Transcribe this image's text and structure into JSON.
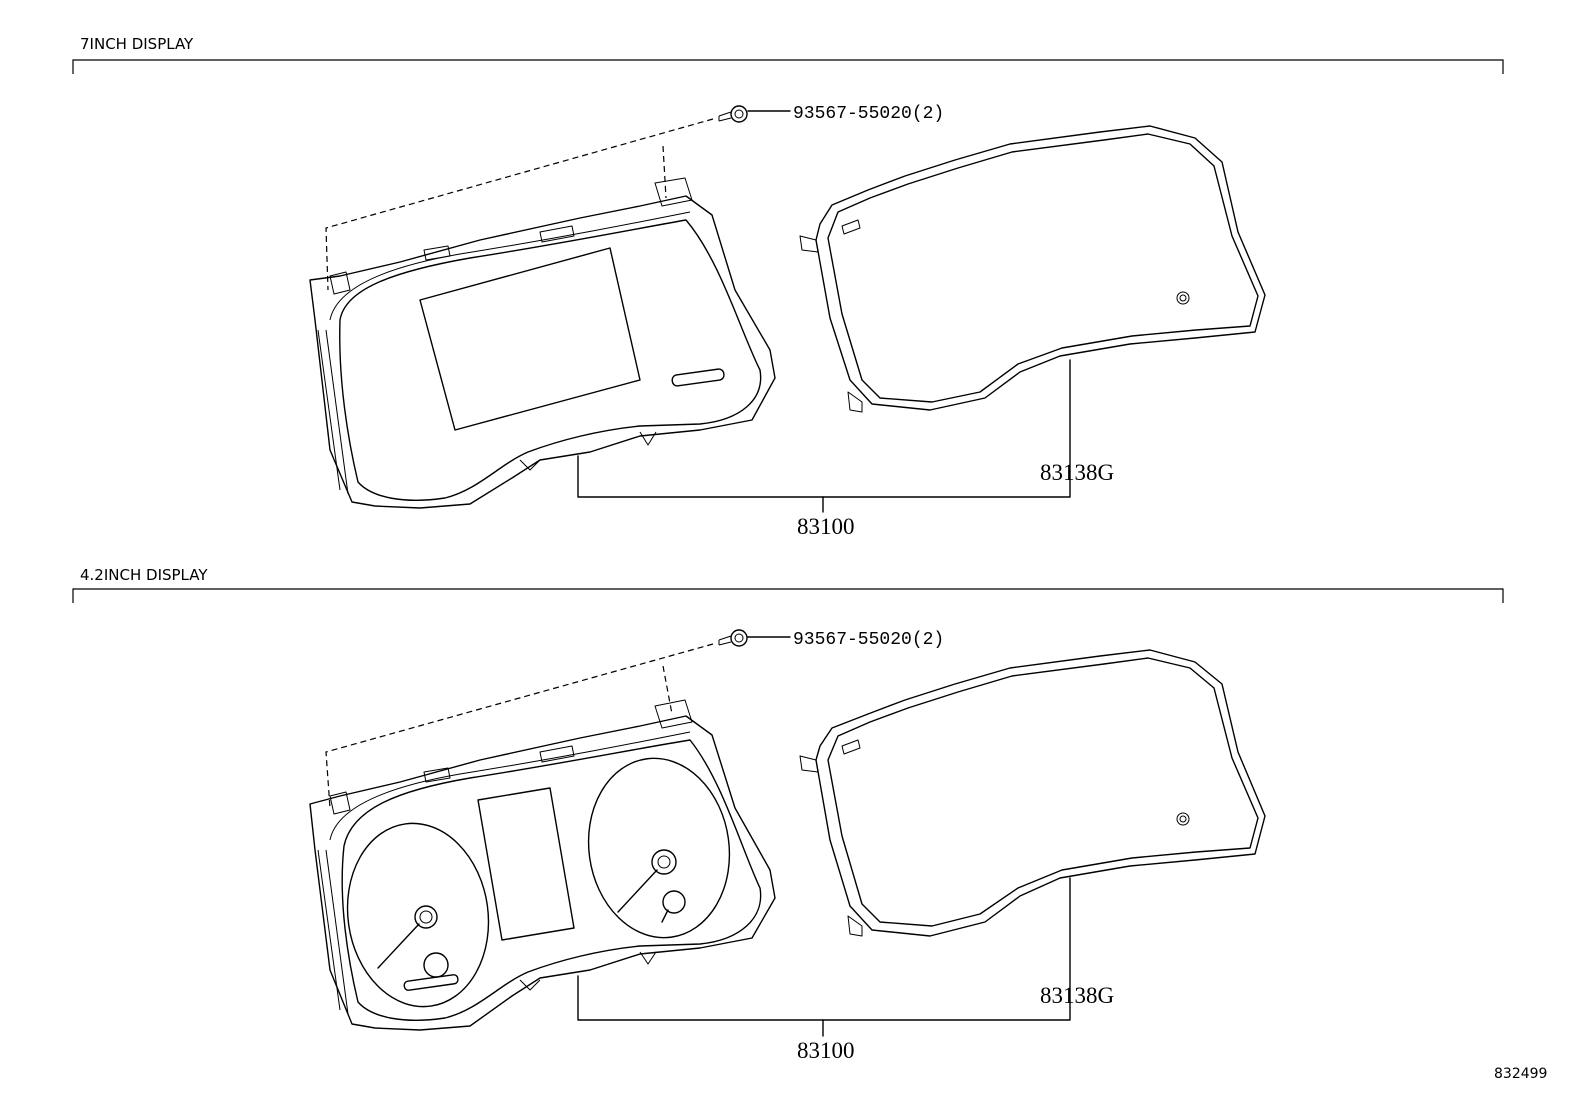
{
  "diagram": {
    "sections": [
      {
        "title": "7INCH DISPLAY",
        "labels": {
          "screw": "93567-55020(2)",
          "cover": "83138G",
          "assembly": "83100"
        }
      },
      {
        "title": "4.2INCH DISPLAY",
        "labels": {
          "screw": "93567-55020(2)",
          "cover": "83138G",
          "assembly": "83100"
        }
      }
    ],
    "reference_number": "832499"
  }
}
